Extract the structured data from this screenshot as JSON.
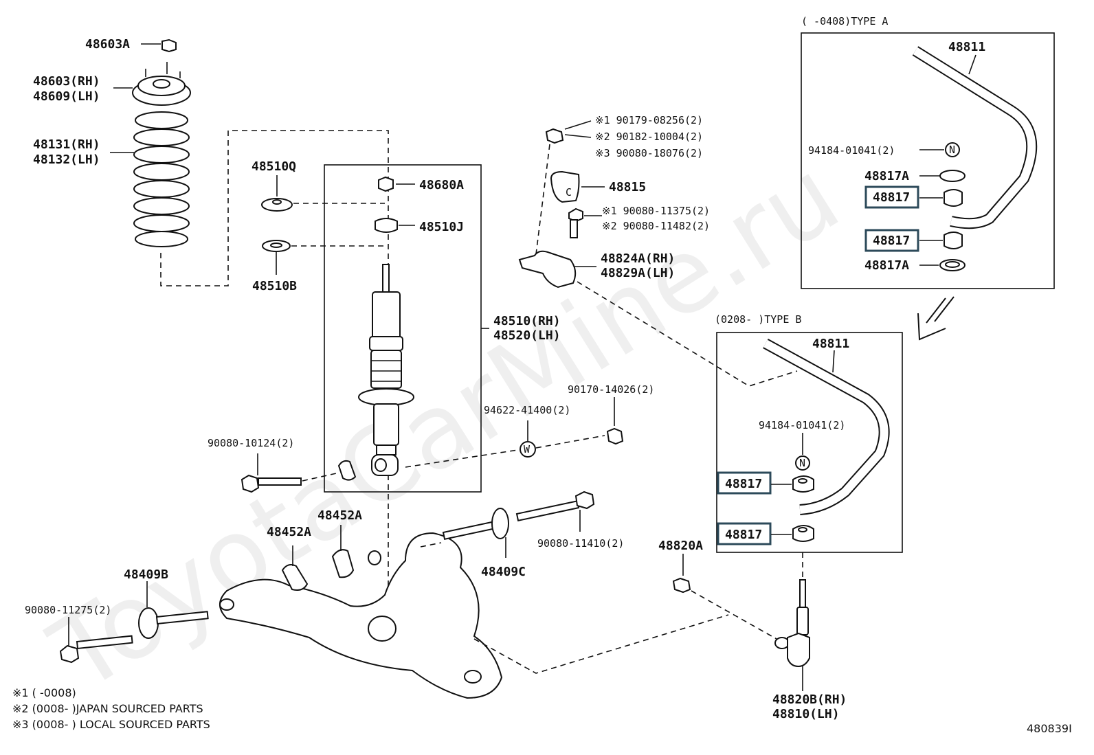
{
  "watermark": "ToyotaCarMine.ru",
  "diagram_id": "480839I",
  "part_labels": {
    "p48603A": "48603A",
    "p48603_rh": "48603(RH)",
    "p48609_lh": "48609(LH)",
    "p48131_rh": "48131(RH)",
    "p48132_lh": "48132(LH)",
    "p48510Q": "48510Q",
    "p48510B": "48510B",
    "p48680A": "48680A",
    "p48510J": "48510J",
    "p48510_rh": "48510(RH)",
    "p48520_lh": "48520(LH)",
    "p90080_10124": "90080-10124(2)",
    "p94622_41400": "94622-41400(2)",
    "p90170_14026": "90170-14026(2)",
    "p48452A_left": "48452A",
    "p48452A_right": "48452A",
    "p48409B": "48409B",
    "p90080_11275": "90080-11275(2)",
    "p48409C": "48409C",
    "p90080_11410": "90080-11410(2)",
    "p90179_08256": "※1 90179-08256(2)",
    "p90182_10004": "※2 90182-10004(2)",
    "p90080_18076": "※3 90080-18076(2)",
    "p48815": "48815",
    "p90080_11375": "※1 90080-11375(2)",
    "p90080_11482": "※2 90080-11482(2)",
    "p48824A_rh": "48824A(RH)",
    "p48829A_lh": "48829A(LH)",
    "p48820A": "48820A",
    "p48820B_rh": "48820B(RH)",
    "p48810_lh": "48810(LH)"
  },
  "type_a": {
    "title": "(      -0408)TYPE A",
    "stabilizer": "48811",
    "nut": "94184-01041(2)",
    "retainer_top": "48817A",
    "bushing_upper": "48817",
    "bushing_lower": "48817",
    "retainer_bottom": "48817A"
  },
  "type_b": {
    "title": "(0208-      )TYPE B",
    "stabilizer": "48811",
    "nut": "94184-01041(2)",
    "bushing_upper": "48817",
    "bushing_lower": "48817"
  },
  "symbols": {
    "n_marker": "N",
    "w_marker": "W",
    "c_marker": "C"
  },
  "footnotes": [
    "※1 (        -0008)",
    "※2 (0008-        )JAPAN SOURCED PARTS",
    "※3 (0008-        ) LOCAL SOURCED PARTS"
  ]
}
